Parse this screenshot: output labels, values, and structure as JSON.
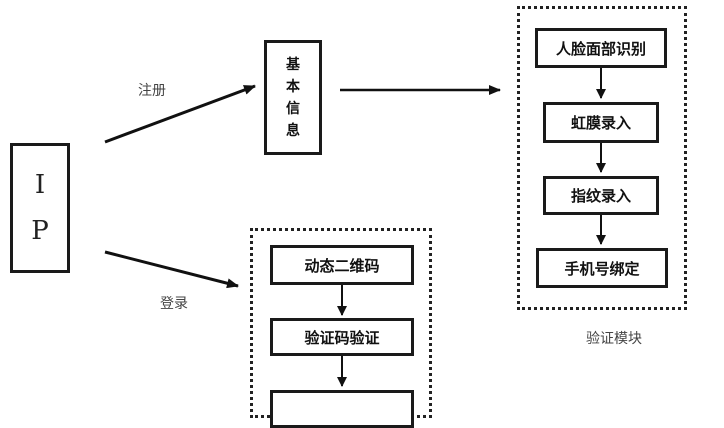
{
  "ip": {
    "line1": "I",
    "line2": "P"
  },
  "basic_info": {
    "chars": [
      "基",
      "本",
      "信",
      "息"
    ]
  },
  "labels": {
    "register": "注册",
    "login": "登录",
    "verification_module": "验证模块"
  },
  "verification_steps": [
    "人脸面部识别",
    "虹膜录入",
    "指纹录入",
    "手机号绑定"
  ],
  "login_steps": [
    "动态二维码",
    "验证码验证",
    ""
  ]
}
